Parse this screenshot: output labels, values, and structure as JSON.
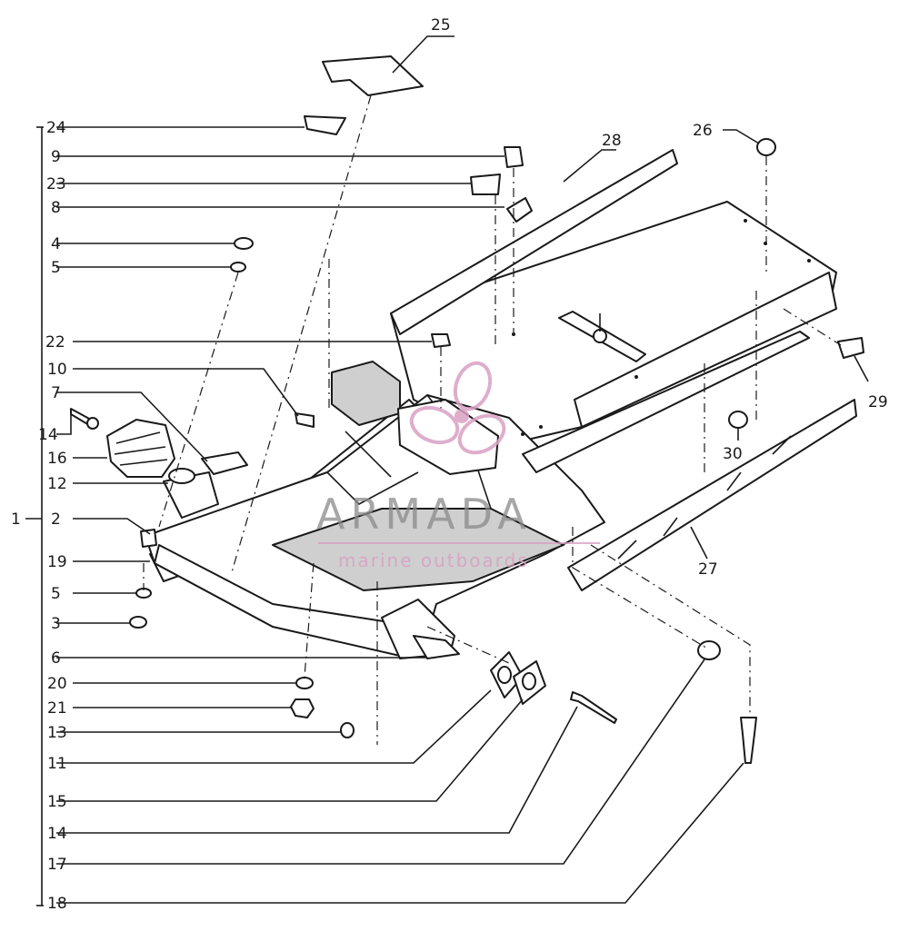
{
  "diagram": {
    "callouts": [
      "25",
      "24",
      "9",
      "23",
      "8",
      "28",
      "26",
      "4",
      "5",
      "22",
      "10",
      "7",
      "14",
      "16",
      "12",
      "1",
      "2",
      "19",
      "5",
      "3",
      "6",
      "20",
      "21",
      "13",
      "11",
      "15",
      "14",
      "17",
      "18",
      "29",
      "30",
      "27"
    ]
  },
  "watermark": {
    "brand": "ARMADA",
    "tagline": "marine outboards",
    "color": "#d9a0c4"
  },
  "colors": {
    "ink": "#1a1a1a",
    "paper": "#ffffff"
  }
}
